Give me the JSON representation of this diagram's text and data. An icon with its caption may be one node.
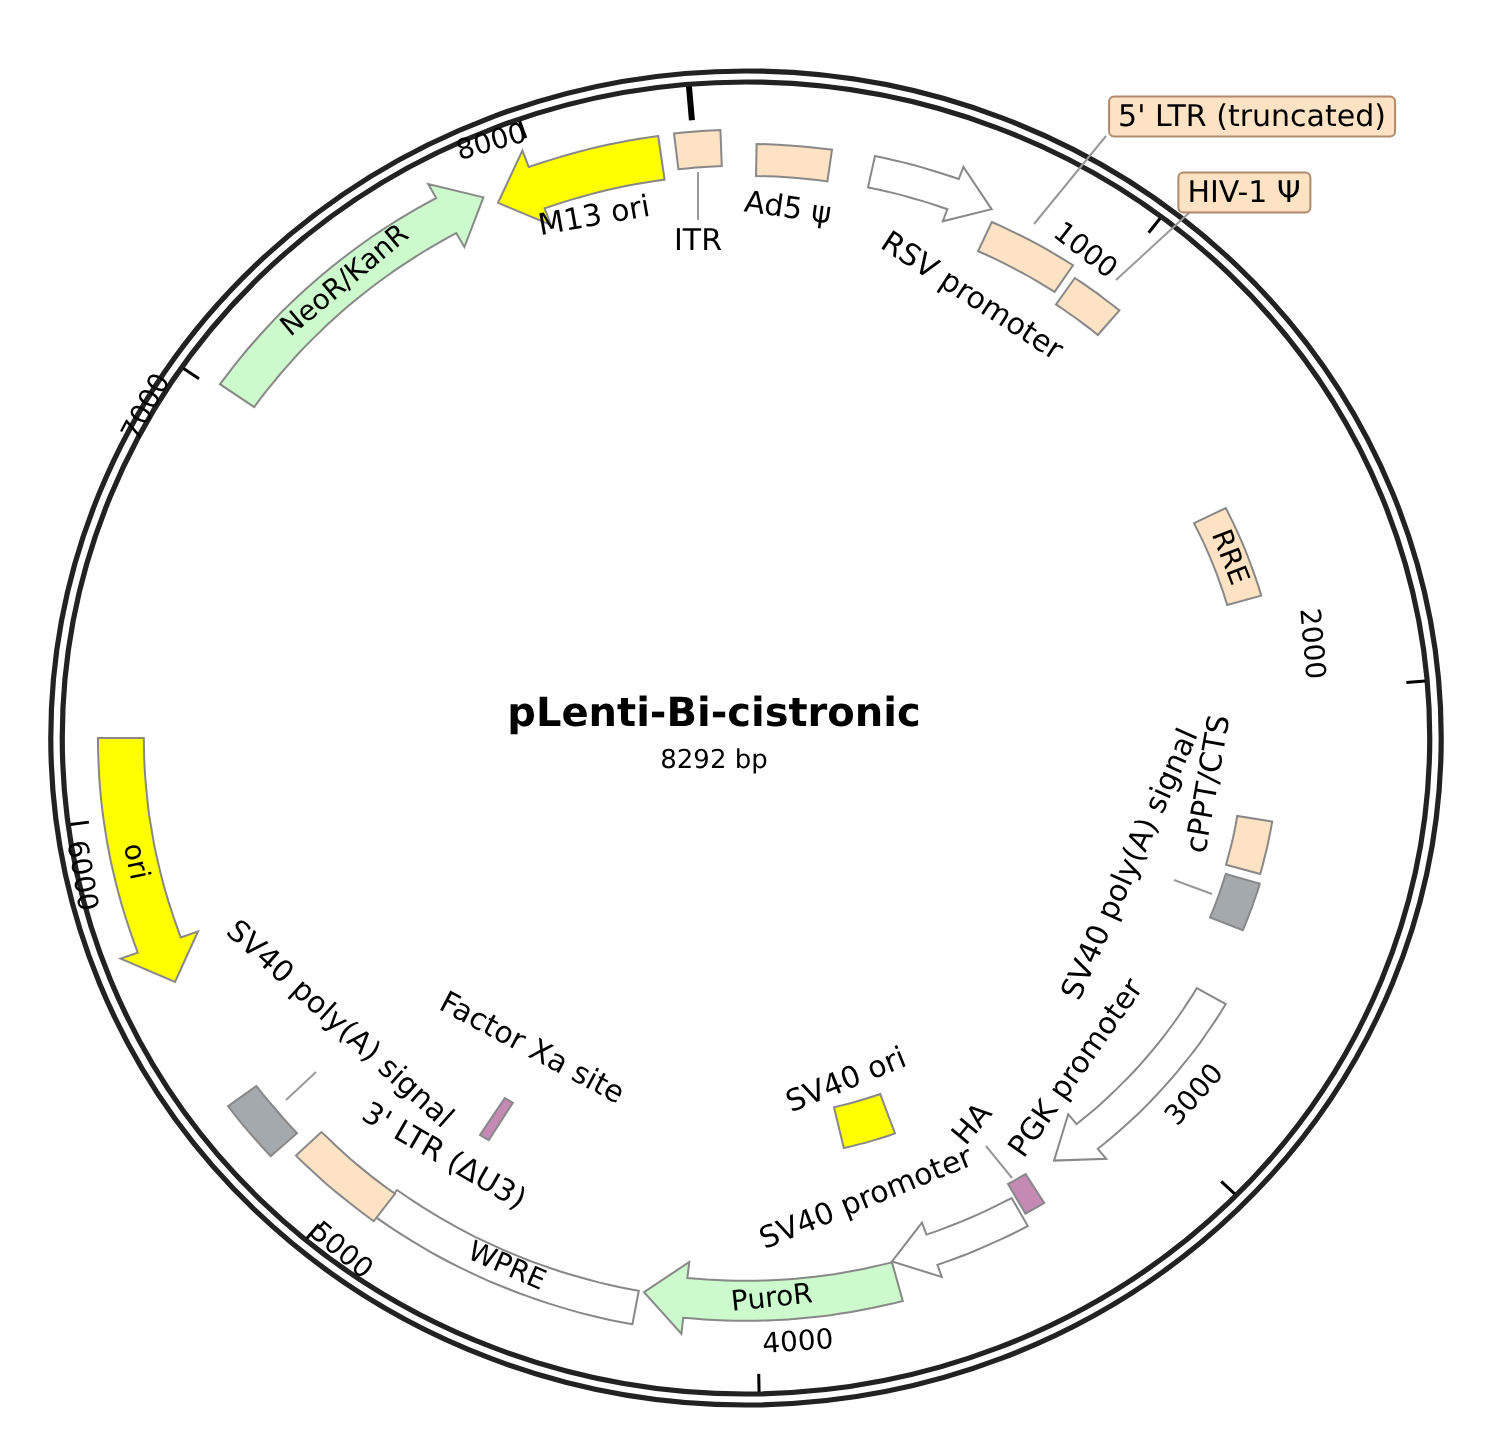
{
  "diagram": {
    "title": "pLenti-Bi-cistronic",
    "nodes": [
      {
        "text": [
          "ITR"
        ]
      },
      {
        "text": [],
        "shape": "box"
      },
      {
        "text": [
          "Ad5 ψ"
        ]
      },
      {
        "text": [
          "RSV promoter"
        ]
      },
      {
        "text": [
          "5' LTR (truncated)"
        ]
      },
      {
        "text": [],
        "shape": "box"
      },
      {
        "text": [
          "HIV-1 Ψ"
        ]
      },
      {
        "text": [],
        "shape": "box"
      },
      {
        "text": [
          "RRE"
        ]
      },
      {
        "text": [
          "cPPT/CTS"
        ]
      },
      {
        "text": [
          "SV40 poly(A) signal"
        ]
      },
      {
        "text": [],
        "shape": "box"
      },
      {
        "text": [
          "PGK promoter"
        ]
      },
      {
        "text": [
          "HA"
        ]
      },
      {
        "text": [],
        "shape": "bar"
      },
      {
        "text": [
          "SV40 promoter"
        ]
      },
      {
        "text": [
          "PuroR"
        ]
      },
      {
        "text": [
          "WPRE"
        ]
      },
      {
        "text": [
          "3' LTR (ΔU3)"
        ]
      },
      {
        "text": [
          "SV40 poly(A) signal"
        ]
      },
      {
        "text": [],
        "shape": "box"
      },
      {
        "text": [
          "Factor Xa site"
        ]
      },
      {
        "text": [
          "SV40 ori"
        ]
      },
      {
        "text": [
          "ori"
        ]
      },
      {
        "text": [
          "NeoR/KanR"
        ]
      },
      {
        "text": [
          "M13 ori"
        ]
      }
    ],
    "edges": [
      {
        "from": 0,
        "to": 1,
        "arrow": "none"
      },
      {
        "from": 4,
        "to": 5,
        "arrow": "none"
      },
      {
        "from": 6,
        "to": 7,
        "arrow": "none"
      },
      {
        "from": 10,
        "to": 11,
        "arrow": "none"
      },
      {
        "from": 13,
        "to": 14,
        "arrow": "none"
      },
      {
        "from": 19,
        "to": 20,
        "arrow": "none"
      }
    ],
    "labels": [
      "8292 bp",
      "1000",
      "2000",
      "3000",
      "4000",
      "5000",
      "6000",
      "7000",
      "8000"
    ]
  }
}
